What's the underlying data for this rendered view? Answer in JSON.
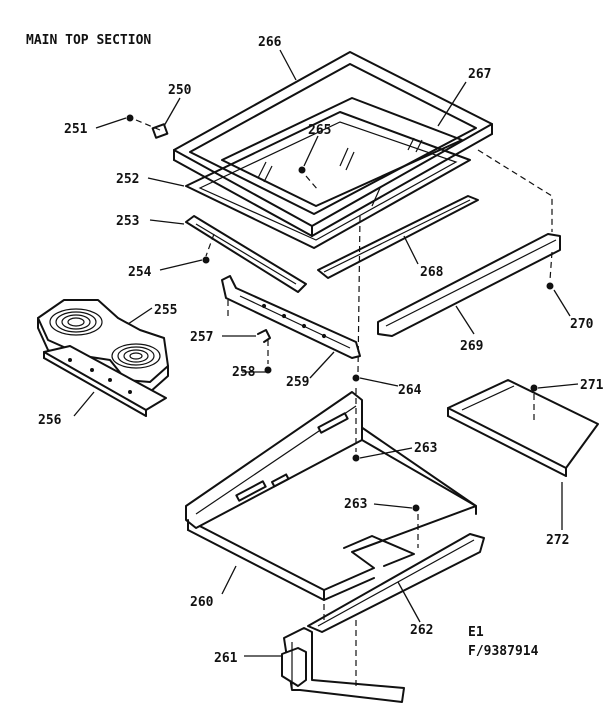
{
  "title": "MAIN TOP SECTION",
  "footer": {
    "line1": "E1",
    "line2": "F/9387914"
  },
  "labels": {
    "p250": "250",
    "p251": "251",
    "p252": "252",
    "p253": "253",
    "p254": "254",
    "p255": "255",
    "p256": "256",
    "p257": "257",
    "p258": "258",
    "p259": "259",
    "p260": "260",
    "p261": "261",
    "p262": "262",
    "p263a": "263",
    "p263b": "263",
    "p264": "264",
    "p265": "265",
    "p266": "266",
    "p267": "267",
    "p268": "268",
    "p269": "269",
    "p270": "270",
    "p271": "271",
    "p272": "272"
  }
}
